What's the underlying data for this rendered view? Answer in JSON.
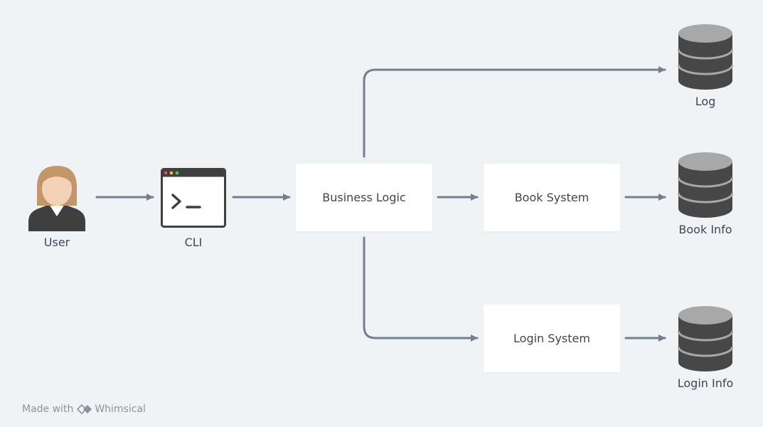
{
  "nodes": {
    "user": "User",
    "cli": "CLI",
    "business_logic": "Business Logic",
    "book_system": "Book System",
    "login_system": "Login System",
    "log": "Log",
    "book_info": "Book Info",
    "login_info": "Login Info"
  },
  "watermark": {
    "prefix": "Made with",
    "brand": "Whimsical"
  },
  "colors": {
    "background": "#f0f3f6",
    "arrow": "#737f8c",
    "database": "#474747",
    "database_top": "#a8a8a8"
  }
}
